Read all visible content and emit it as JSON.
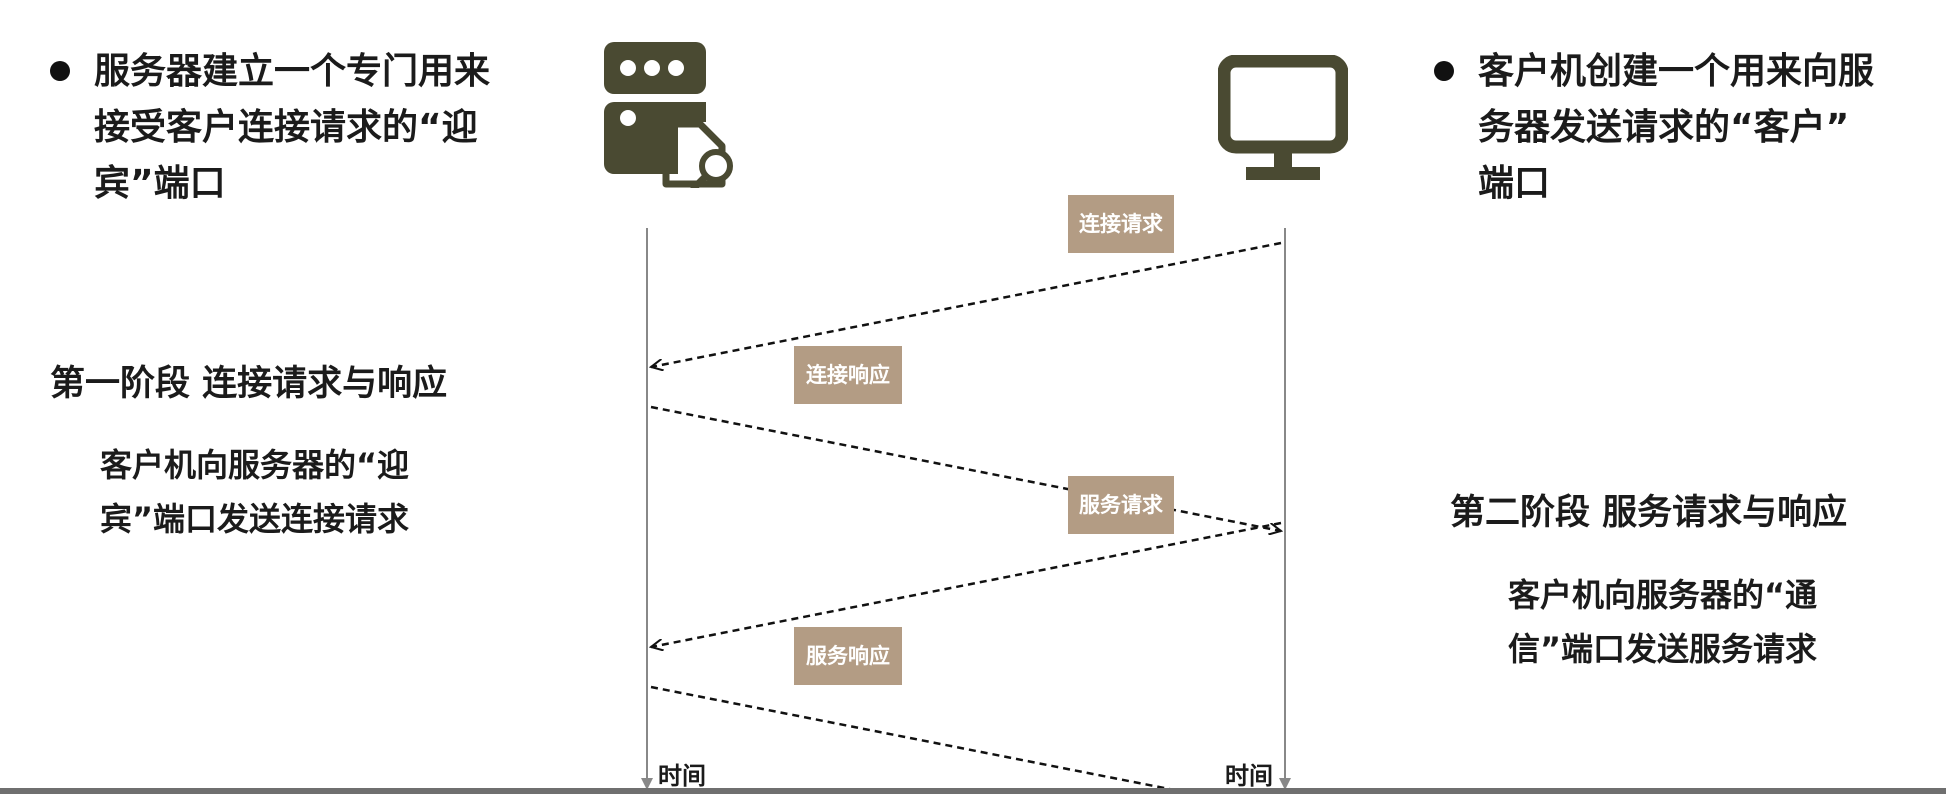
{
  "left_panel": {
    "bullet": "服务器建立一个专门用来\n接受客户连接请求的“迎\n宾”端口",
    "stage_title": "第一阶段  连接请求与响应",
    "stage_desc": "客户机向服务器的“迎\n宾”端口发送连接请求"
  },
  "right_panel": {
    "bullet": "客户机创建一个用来向服\n务器发送请求的“客户”\n端口",
    "stage_title": "第二阶段  服务请求与响应",
    "stage_desc": "客户机向服务器的“通\n信”端口发送服务请求"
  },
  "icons": {
    "server": "server-document-search-icon",
    "client": "computer-monitor-icon"
  },
  "messages": [
    {
      "label": "连接请求",
      "from": "client",
      "to": "server"
    },
    {
      "label": "连接响应",
      "from": "server",
      "to": "client"
    },
    {
      "label": "服务请求",
      "from": "client",
      "to": "server"
    },
    {
      "label": "服务响应",
      "from": "server",
      "to": "client"
    }
  ],
  "timelines": {
    "server_label": "时间",
    "client_label": "时间"
  },
  "colors": {
    "icon": "#4a4a32",
    "label_bg": "#b39c84",
    "label_text": "#ffffff",
    "lifeline": "#888888",
    "arrow": "#111111"
  }
}
